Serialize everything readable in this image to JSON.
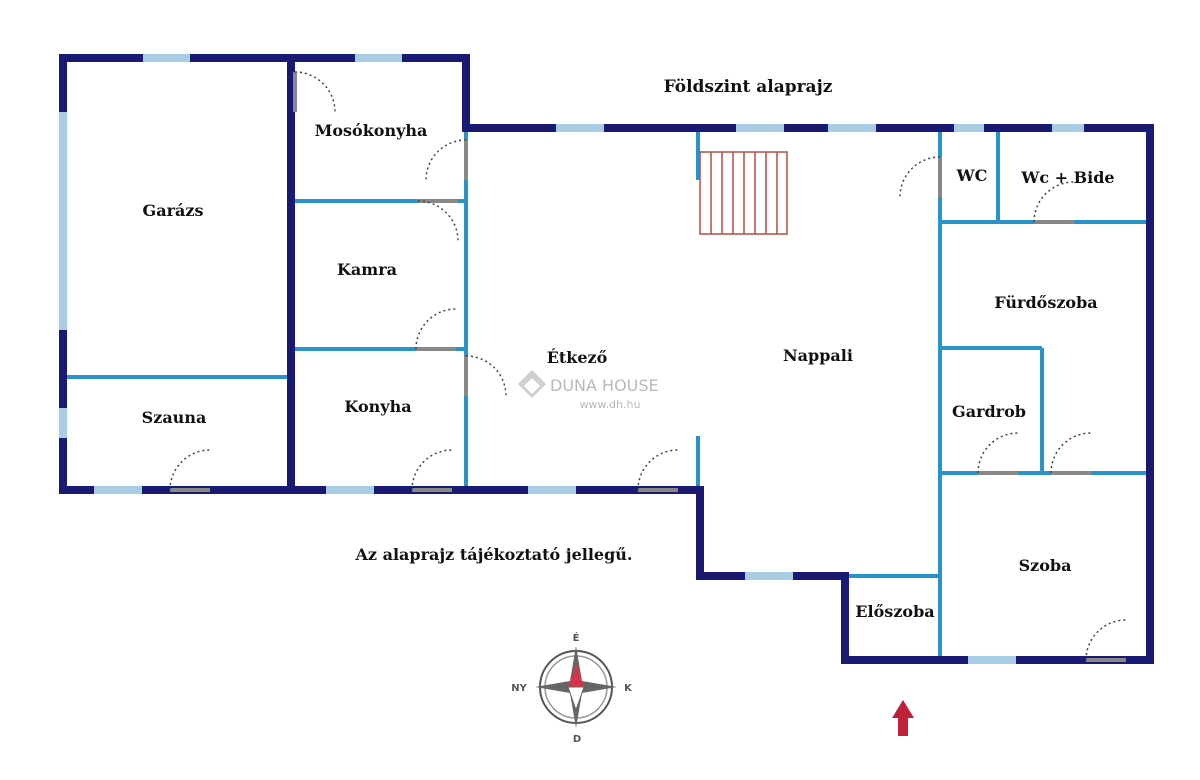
{
  "title": "Földszint alaprajz",
  "note": "Az alaprajz tájékoztató jellegű.",
  "rooms": {
    "garazs": "Garázs",
    "mosokonyha": "Mosókonyha",
    "kamra": "Kamra",
    "szauna": "Szauna",
    "konyha": "Konyha",
    "etkezo": "Étkező",
    "nappali": "Nappali",
    "wc": "WC",
    "wc_bide": "Wc + Bide",
    "furdoszoba": "Fürdőszoba",
    "gardrob": "Gardrob",
    "szoba": "Szoba",
    "eloszoba": "Előszoba"
  },
  "watermark": {
    "brand": "DUNA HOUSE",
    "url": "www.dh.hu"
  },
  "compass": {
    "north": "É",
    "south": "D",
    "west": "NY",
    "east": "K"
  },
  "colors": {
    "outer_wall": "#1a1a73",
    "inner_wall": "#2a93c9",
    "window": "#a9cde4",
    "stairs": "#b5584e",
    "entrance_arrow": "#c0203a"
  },
  "icons": {
    "compass": "compass-rose-icon",
    "entrance": "entrance-arrow-icon",
    "logo": "duna-house-logo-icon"
  }
}
